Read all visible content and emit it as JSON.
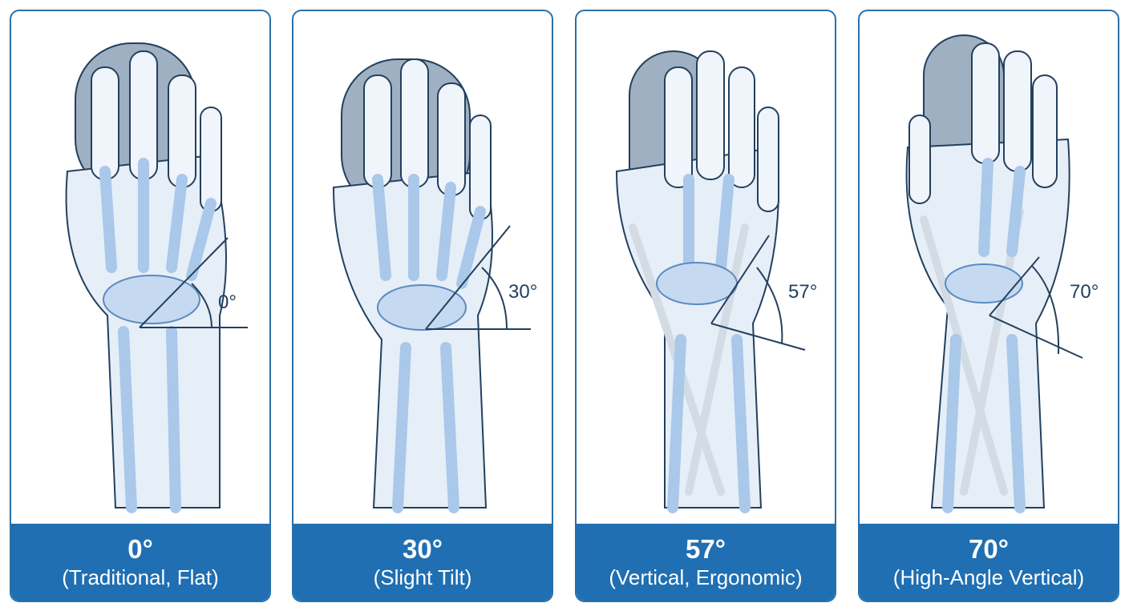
{
  "panels": [
    {
      "angle": "0°",
      "label": "0°",
      "description": "(Traditional, Flat)",
      "angle_deg": 0
    },
    {
      "angle": "30°",
      "label": "30°",
      "description": "(Slight Tilt)",
      "angle_deg": 30
    },
    {
      "angle": "57°",
      "label": "57°",
      "description": "(Vertical, Ergonomic)",
      "angle_deg": 57
    },
    {
      "angle": "70°",
      "label": "70°",
      "description": "(High-Angle Vertical)",
      "angle_deg": 70
    }
  ],
  "colors": {
    "border": "#2a6fa8",
    "caption_bg": "#1f6fb2",
    "line": "#23405e",
    "bone": "#a9c8ea",
    "skin": "#e6eef7",
    "mouse": "#9fb0c2"
  }
}
